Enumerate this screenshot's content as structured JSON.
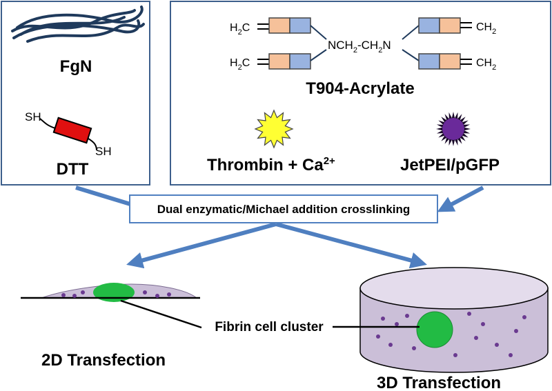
{
  "left_box": {
    "fgn_label": "FgN",
    "dtt_label": "DTT",
    "sh_top": "SH",
    "sh_bottom": "SH"
  },
  "right_box": {
    "acrylate_label": "T904-Acrylate",
    "h2c_top": "H",
    "h2c_bottom": "H",
    "ch2_top": "CH",
    "ch2_bottom": "CH",
    "sub_2": "2",
    "c_char": "C",
    "linker_n1": "NCH",
    "linker_mid": "-CH",
    "linker_n2": "N",
    "thrombin_label": "Thrombin + Ca",
    "thrombin_sup": "2+",
    "jetpei_label": "JetPEI/pGFP"
  },
  "process_label": "Dual enzymatic/Michael addition crosslinking",
  "bottom": {
    "fibrin_label": "Fibrin cell cluster",
    "transfection_2d": "2D Transfection",
    "transfection_3d": "3D Transfection"
  },
  "colors": {
    "box_border": "#3d5f8c",
    "arrow": "#4f7fc0",
    "orange_block": "#f6c19a",
    "blue_block": "#99b3e0",
    "red_block": "#e01010",
    "fibrinogen": "#1f3a5c",
    "thrombin_star": "#ffff33",
    "jetpei": "#6a2a9a",
    "gel": "#cbbfd8",
    "cell_cluster": "#22bb44",
    "dots": "#6a3a90"
  }
}
